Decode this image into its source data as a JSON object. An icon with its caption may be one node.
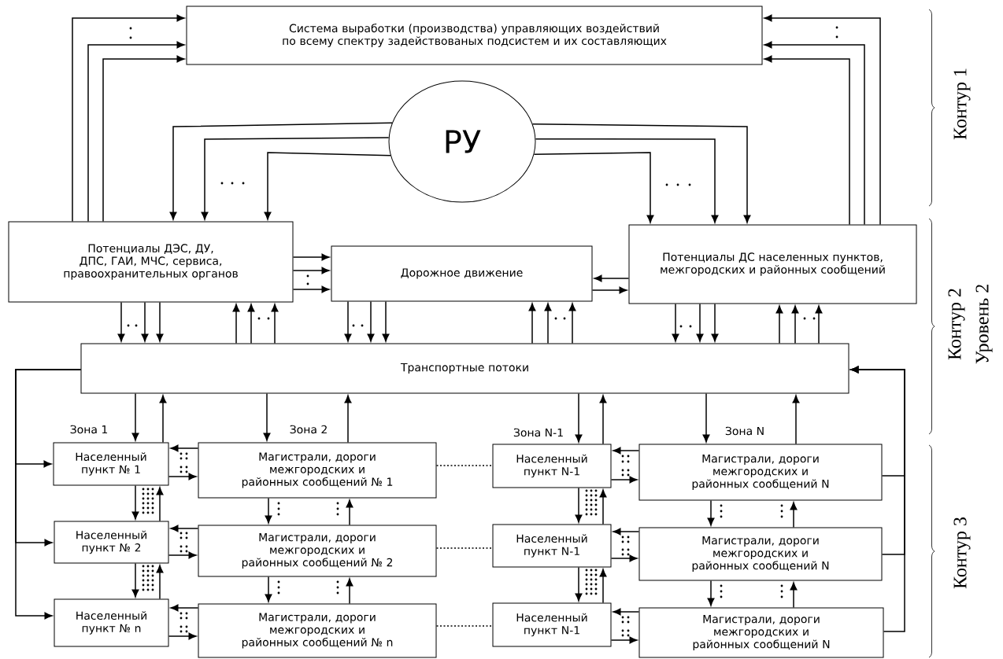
{
  "diagram": {
    "nodes": [
      {
        "text": [
          "Система выработки (производства) управляющих воздействий по всему спектру задействованых подсистем и их составляющих"
        ]
      },
      {
        "text": [
          "РУ"
        ]
      },
      {
        "text": [
          "Потенциалы ДЭС, ДУ, ДПС, ГАИ, МЧС, сервиса, правоохранительных органов"
        ]
      },
      {
        "text": [
          "Дорожное движение"
        ]
      },
      {
        "text": [
          "Потенциалы ДС населенных пунктов, межгородских и районных сообщений"
        ]
      },
      {
        "text": [
          "Транспортные потоки"
        ]
      },
      {
        "text": [
          "Населенный пункт № 1"
        ]
      },
      {
        "text": [
          "Магистрали, дороги межгородских и районных сообщений № 1"
        ]
      },
      {
        "text": [
          "Населенный пункт N-1"
        ]
      },
      {
        "text": [
          "Магистрали, дороги межгородских и районных сообщений N"
        ]
      },
      {
        "text": [
          "Населенный пункт № 2"
        ]
      },
      {
        "text": [
          "Магистрали, дороги межгородских и районных сообщений № 2"
        ]
      },
      {
        "text": [
          "Населенный пункт N-1"
        ]
      },
      {
        "text": [
          "Магистрали, дороги межгородских и районных сообщений N"
        ]
      },
      {
        "text": [
          "Населенный пункт № n"
        ]
      },
      {
        "text": [
          "Магистрали, дороги межгородских и районных сообщений № n"
        ]
      },
      {
        "text": [
          "Населенный пункт N-1"
        ]
      },
      {
        "text": [
          "Магистрали, дороги межгородских и районных сообщений N"
        ]
      }
    ],
    "edges": [
      {
        "from": 2,
        "to": 0,
        "arrow": "to"
      },
      {
        "from": 2,
        "to": 0,
        "arrow": "to"
      },
      {
        "from": 2,
        "to": 0,
        "arrow": "to"
      },
      {
        "from": 4,
        "to": 0,
        "arrow": "to"
      },
      {
        "from": 4,
        "to": 0,
        "arrow": "to"
      },
      {
        "from": 4,
        "to": 0,
        "arrow": "to"
      },
      {
        "from": 1,
        "to": 2,
        "arrow": "to"
      },
      {
        "from": 1,
        "to": 2,
        "arrow": "to"
      },
      {
        "from": 1,
        "to": 2,
        "arrow": "to"
      },
      {
        "from": 1,
        "to": 4,
        "arrow": "to"
      },
      {
        "from": 1,
        "to": 4,
        "arrow": "to"
      },
      {
        "from": 1,
        "to": 4,
        "arrow": "to"
      },
      {
        "from": 2,
        "to": 3,
        "arrow": "to"
      },
      {
        "from": 2,
        "to": 3,
        "arrow": "to"
      },
      {
        "from": 2,
        "to": 3,
        "arrow": "to"
      },
      {
        "from": 4,
        "to": 3,
        "arrow": "to"
      },
      {
        "from": 3,
        "to": 4,
        "arrow": "to"
      },
      {
        "from": 2,
        "to": 5,
        "arrow": "to"
      },
      {
        "from": 2,
        "to": 5,
        "arrow": "to"
      },
      {
        "from": 2,
        "to": 5,
        "arrow": "to"
      },
      {
        "from": 5,
        "to": 2,
        "arrow": "to"
      },
      {
        "from": 5,
        "to": 2,
        "arrow": "to"
      },
      {
        "from": 5,
        "to": 2,
        "arrow": "to"
      },
      {
        "from": 3,
        "to": 5,
        "arrow": "to"
      },
      {
        "from": 3,
        "to": 5,
        "arrow": "to"
      },
      {
        "from": 3,
        "to": 5,
        "arrow": "to"
      },
      {
        "from": 5,
        "to": 3,
        "arrow": "to"
      },
      {
        "from": 5,
        "to": 3,
        "arrow": "to"
      },
      {
        "from": 5,
        "to": 3,
        "arrow": "to"
      },
      {
        "from": 4,
        "to": 5,
        "arrow": "to"
      },
      {
        "from": 4,
        "to": 5,
        "arrow": "to"
      },
      {
        "from": 4,
        "to": 5,
        "arrow": "to"
      },
      {
        "from": 5,
        "to": 4,
        "arrow": "to"
      },
      {
        "from": 5,
        "to": 4,
        "arrow": "to"
      },
      {
        "from": 5,
        "to": 4,
        "arrow": "to"
      },
      {
        "from": 5,
        "to": 6,
        "arrow": "to"
      },
      {
        "from": 6,
        "to": 5,
        "arrow": "to"
      },
      {
        "from": 5,
        "to": 7,
        "arrow": "to"
      },
      {
        "from": 7,
        "to": 5,
        "arrow": "to"
      },
      {
        "from": 5,
        "to": 8,
        "arrow": "to"
      },
      {
        "from": 8,
        "to": 5,
        "arrow": "to"
      },
      {
        "from": 5,
        "to": 9,
        "arrow": "to"
      },
      {
        "from": 9,
        "to": 5,
        "arrow": "to"
      },
      {
        "from": 5,
        "to": 6,
        "arrow": "to"
      },
      {
        "from": 5,
        "to": 10,
        "arrow": "to"
      },
      {
        "from": 5,
        "to": 14,
        "arrow": "to"
      },
      {
        "from": 9,
        "to": 5,
        "arrow": "to"
      },
      {
        "from": 13,
        "to": 5,
        "arrow": "to"
      },
      {
        "from": 17,
        "to": 5,
        "arrow": "to"
      },
      {
        "from": 7,
        "to": 6,
        "arrow": "to"
      },
      {
        "from": 6,
        "to": 7,
        "arrow": "to"
      },
      {
        "from": 11,
        "to": 10,
        "arrow": "to"
      },
      {
        "from": 10,
        "to": 11,
        "arrow": "to"
      },
      {
        "from": 15,
        "to": 14,
        "arrow": "to"
      },
      {
        "from": 14,
        "to": 15,
        "arrow": "to"
      },
      {
        "from": 9,
        "to": 8,
        "arrow": "to"
      },
      {
        "from": 8,
        "to": 9,
        "arrow": "to"
      },
      {
        "from": 13,
        "to": 12,
        "arrow": "to"
      },
      {
        "from": 12,
        "to": 13,
        "arrow": "to"
      },
      {
        "from": 17,
        "to": 16,
        "arrow": "to"
      },
      {
        "from": 16,
        "to": 17,
        "arrow": "to"
      },
      {
        "from": 6,
        "to": 10,
        "arrow": "to"
      },
      {
        "from": 10,
        "to": 6,
        "arrow": "to"
      },
      {
        "from": 10,
        "to": 14,
        "arrow": "to"
      },
      {
        "from": 14,
        "to": 10,
        "arrow": "to"
      },
      {
        "from": 8,
        "to": 12,
        "arrow": "to"
      },
      {
        "from": 12,
        "to": 8,
        "arrow": "to"
      },
      {
        "from": 12,
        "to": 16,
        "arrow": "to"
      },
      {
        "from": 16,
        "to": 12,
        "arrow": "to"
      },
      {
        "from": 7,
        "to": 11,
        "arrow": "to"
      },
      {
        "from": 11,
        "to": 7,
        "arrow": "to"
      },
      {
        "from": 11,
        "to": 15,
        "arrow": "to"
      },
      {
        "from": 15,
        "to": 11,
        "arrow": "to"
      },
      {
        "from": 9,
        "to": 13,
        "arrow": "to"
      },
      {
        "from": 13,
        "to": 9,
        "arrow": "to"
      },
      {
        "from": 13,
        "to": 17,
        "arrow": "to"
      },
      {
        "from": 17,
        "to": 13,
        "arrow": "to"
      },
      {
        "from": 7,
        "to": 8,
        "arrow": "none",
        "style": "dashed"
      },
      {
        "from": 11,
        "to": 12,
        "arrow": "none",
        "style": "dashed"
      },
      {
        "from": 15,
        "to": 16,
        "arrow": "none",
        "style": "dashed"
      }
    ],
    "labels": [
      "Зона 1",
      "Зона 2",
      "Зона N-1",
      "Зона N",
      "Контур 1",
      "Контур 2",
      "Уровень 2",
      "Контур 3"
    ]
  }
}
